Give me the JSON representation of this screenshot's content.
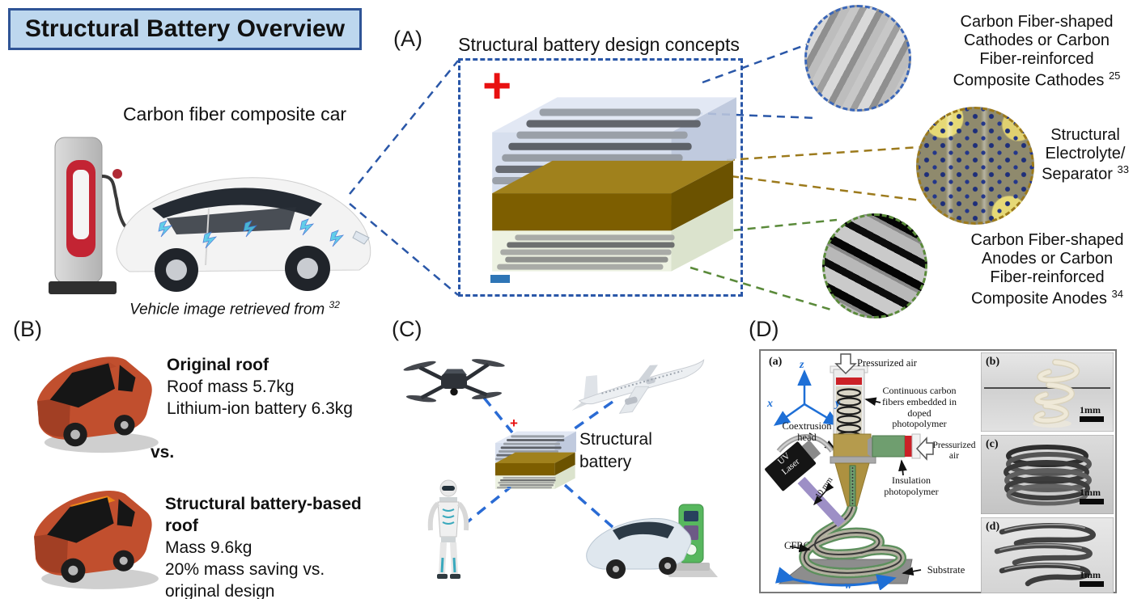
{
  "title": "Structural Battery Overview",
  "colors": {
    "banner_bg": "#BDD7EE",
    "banner_border": "#2F5496",
    "dash_blue": "#2a57a8",
    "dash_olive": "#9c7a1c",
    "dash_green": "#5a8a3a",
    "plus_red": "#e81010",
    "minus_blue": "#2a6bd4"
  },
  "panel_a": {
    "label": "(A)",
    "car_caption": "Carbon fiber composite car",
    "credit_text": "Vehicle image retrieved from",
    "credit_ref": "32",
    "diagram_title": "Structural battery design concepts",
    "plus_sign": "+",
    "insets": [
      {
        "label": "Carbon Fiber-shaped Cathodes or Carbon Fiber-reinforced Composite Cathodes",
        "ref": "25"
      },
      {
        "label": "Structural Electrolyte/ Separator",
        "ref": "33"
      },
      {
        "label": "Carbon Fiber-shaped Anodes or Carbon Fiber-reinforced Composite Anodes",
        "ref": "34"
      }
    ]
  },
  "panel_b": {
    "label": "(B)",
    "vs_label": "vs.",
    "original": {
      "heading": "Original roof",
      "line1": "Roof mass 5.7kg",
      "line2": "Lithium-ion battery 6.3kg"
    },
    "structural": {
      "heading": "Structural battery-based roof",
      "line1": "Mass 9.6kg",
      "line2": "20% mass saving vs. original design"
    }
  },
  "panel_c": {
    "label": "(C)",
    "battery_label": "Structural battery",
    "plus_sign": "+",
    "minus_sign": "-"
  },
  "panel_d": {
    "label": "(D)",
    "sub_a": {
      "label": "(a)",
      "axis_x": "x",
      "axis_y": "y",
      "axis_z": "z",
      "pressurized_air_top": "Pressurized air",
      "fibers_label": "Continuous carbon fibers embedded in doped photopolymer",
      "coextrusion_label": "Coextrusion head",
      "uv_laser_label": "UV Laser",
      "pressurized_air_right": "Pressurized air",
      "insulation_label": "Insulation photopolymer",
      "cfrc_label": "CFRC",
      "substrate_label": "Substrate",
      "gap_label": "10 mm",
      "width_label": "w"
    },
    "sub_b": {
      "label": "(b)",
      "scale_label": "1mm"
    },
    "sub_c": {
      "label": "(c)",
      "scale_label": "1mm"
    },
    "sub_d": {
      "label": "(d)",
      "scale_label": "1mm"
    }
  }
}
